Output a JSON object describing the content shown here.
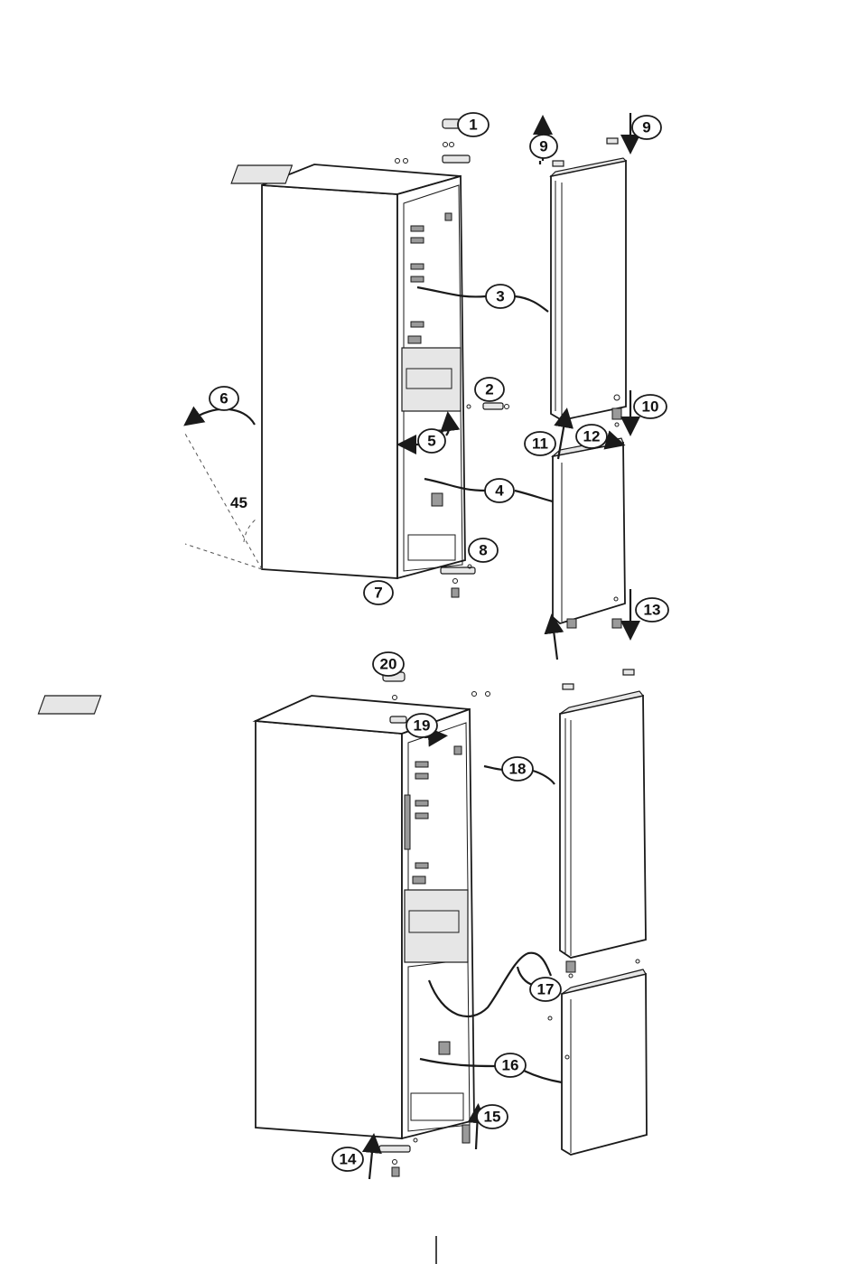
{
  "callouts": {
    "c1": "1",
    "c2": "2",
    "c3": "3",
    "c4": "4",
    "c5": "5",
    "c6": "6",
    "c7": "7",
    "c8": "8",
    "c9a": "9",
    "c9b": "9",
    "c10": "10",
    "c11": "11",
    "c12": "12",
    "c13": "13",
    "c14": "14",
    "c15": "15",
    "c16": "16",
    "c17": "17",
    "c18": "18",
    "c19": "19",
    "c20": "20"
  },
  "angle_label": "45",
  "colors": {
    "line": "#1a1a1a",
    "background": "#ffffff",
    "shade": "#e6e6e6"
  }
}
